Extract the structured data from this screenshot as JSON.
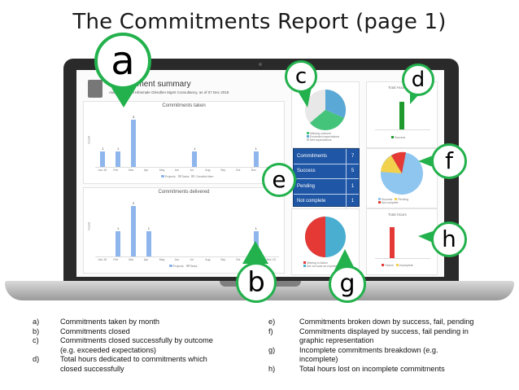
{
  "page": {
    "title": "The Commitments Report (page 1)"
  },
  "screen": {
    "header_title": "Commitment summary",
    "header_subtitle": "Aidan Vermond Hibsmale Glendlen Mgmt Consultancy, as of 07 Dec 2018",
    "chart_taken": {
      "title": "Commitments taken",
      "ylabel": "Count",
      "categories": [
        "Jan-18",
        "Feb",
        "Mar",
        "Apr",
        "May",
        "Jun",
        "Jul",
        "Aug",
        "Sep",
        "Oct",
        "Nov",
        "Dec 18"
      ],
      "values": [
        1,
        1,
        3,
        0,
        0,
        0,
        1,
        0,
        0,
        0,
        1,
        0
      ],
      "legend": [
        "Projects",
        "Tasks",
        "Checklist Item"
      ]
    },
    "chart_delivered": {
      "title": "Commitments delivered",
      "ylabel": "Count",
      "categories": [
        "Jan-18",
        "Feb",
        "Mar",
        "Apr",
        "May",
        "Jun",
        "Jul",
        "Aug",
        "Sep",
        "Oct",
        "Nov",
        "Dec 18"
      ],
      "values": [
        0,
        1,
        2,
        1,
        0,
        0,
        0,
        0,
        0,
        0,
        1,
        0
      ],
      "legend": [
        "Projects",
        "Tasks"
      ]
    },
    "pie_c": {
      "legend": [
        "Missing outcome",
        "Exceeded expectations",
        "Met expectations"
      ],
      "colors": [
        "#44c47a",
        "#5aa8d6",
        "#e8e8e8"
      ]
    },
    "hours_d": {
      "title": "Total Hours",
      "legend": "Success",
      "bar_color": "#1f9b2e"
    },
    "table_e": {
      "rows": [
        {
          "label": "Commitments",
          "value": "7"
        },
        {
          "label": "Success",
          "value": "5"
        },
        {
          "label": "Pending",
          "value": "1"
        },
        {
          "label": "Not complete",
          "value": "1"
        }
      ]
    },
    "pie_f": {
      "legend": [
        "Success",
        "Pending",
        "Not complete"
      ],
      "colors": [
        "#8ec6f0",
        "#f2d24c",
        "#e53935"
      ]
    },
    "pie_g": {
      "legend": [
        "Missing in Action",
        "Did not work as expected"
      ],
      "colors": [
        "#e53935",
        "#4aaed0"
      ]
    },
    "hours_h": {
      "title": "Total Hours",
      "legend": [
        "Failure",
        "Incomplete"
      ],
      "bar_color": "#e53935"
    }
  },
  "markers": {
    "a": "a",
    "b": "b",
    "c": "c",
    "d": "d",
    "e": "e",
    "f": "f",
    "g": "g",
    "h": "h"
  },
  "legend_left": [
    {
      "key": "a)",
      "text": "Commitments taken by month"
    },
    {
      "key": "b)",
      "text": "Commitments closed"
    },
    {
      "key": "c)",
      "text": "Commitments closed successfully by outcome"
    },
    {
      "key": "",
      "text": "(e.g. exceeded expectations)"
    },
    {
      "key": "d)",
      "text": "Total hours dedicated to commitments which"
    },
    {
      "key": "",
      "text": "closed successfully"
    }
  ],
  "legend_right": [
    {
      "key": "e)",
      "text": "Commitments broken down by success, fail, pending"
    },
    {
      "key": "f)",
      "text": "Commitments displayed by success, fail pending in"
    },
    {
      "key": "",
      "text": "graphic representation"
    },
    {
      "key": "g)",
      "text": "Incomplete commitments breakdown (e.g."
    },
    {
      "key": "",
      "text": "incomplete)"
    },
    {
      "key": "h)",
      "text": "Total hours lost on incomplete commitments"
    }
  ]
}
